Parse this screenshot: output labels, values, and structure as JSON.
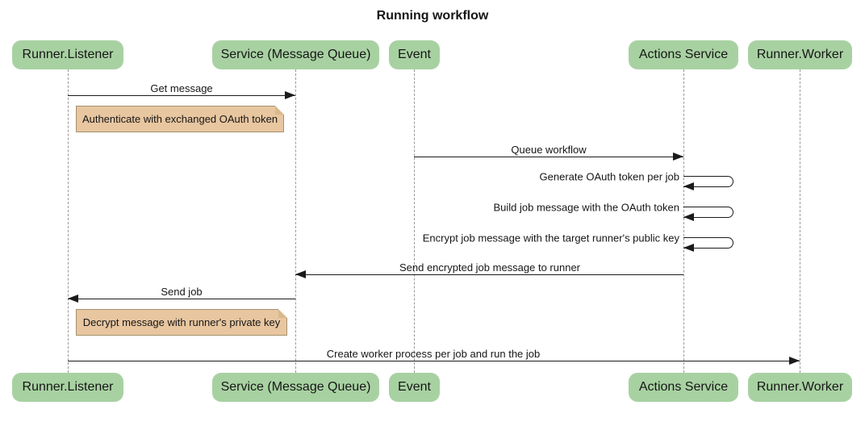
{
  "title": "Running workflow",
  "colors": {
    "background": "#ffffff",
    "actor_fill": "#a8d1a2",
    "note_fill": "#e8c6a0",
    "note_border": "#a3926e",
    "note_fold": "#d9b88d",
    "line": "#1b1b1b",
    "lifeline": "#999999",
    "text": "#161616"
  },
  "actors": [
    {
      "id": "runner-listener",
      "label": "Runner.Listener"
    },
    {
      "id": "service-message-queue",
      "label": "Service (Message Queue)"
    },
    {
      "id": "event",
      "label": "Event"
    },
    {
      "id": "actions-service",
      "label": "Actions Service"
    },
    {
      "id": "runner-worker",
      "label": "Runner.Worker"
    }
  ],
  "messages": [
    {
      "label": "Get message",
      "from": "Runner.Listener",
      "to": "Service (Message Queue)",
      "direction": "right"
    },
    {
      "label": "Queue workflow",
      "from": "Event",
      "to": "Actions Service",
      "direction": "right"
    },
    {
      "label": "Generate OAuth token per job",
      "from": "Actions Service",
      "to": "Actions Service",
      "direction": "self"
    },
    {
      "label": "Build job message with the OAuth token",
      "from": "Actions Service",
      "to": "Actions Service",
      "direction": "self"
    },
    {
      "label": "Encrypt job message with the target runner's public key",
      "from": "Actions Service",
      "to": "Actions Service",
      "direction": "self"
    },
    {
      "label": "Send encrypted job message to runner",
      "from": "Actions Service",
      "to": "Service (Message Queue)",
      "direction": "left"
    },
    {
      "label": "Send job",
      "from": "Service (Message Queue)",
      "to": "Runner.Listener",
      "direction": "left"
    },
    {
      "label": "Create worker process per job and run the job",
      "from": "Runner.Listener",
      "to": "Runner.Worker",
      "direction": "right"
    }
  ],
  "notes": [
    {
      "label": "Authenticate with exchanged OAuth token",
      "over": "Runner.Listener"
    },
    {
      "label": "Decrypt message with runner's private key",
      "over": "Runner.Listener"
    }
  ]
}
